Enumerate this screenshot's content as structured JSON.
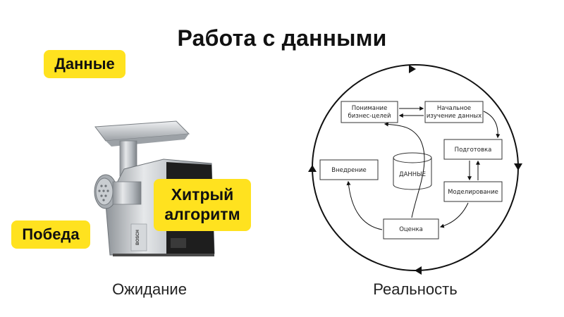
{
  "title": "Работа с данными",
  "labels": {
    "data": "Данные",
    "algorithm_line1": "Хитрый",
    "algorithm_line2": "алгоритм",
    "victory": "Победа",
    "expectation": "Ожидание",
    "reality": "Реальность"
  },
  "grinder": {
    "brand": "BOSCH"
  },
  "diagram": {
    "business_line1": "Понимание",
    "business_line2": "бизнес-целей",
    "study_line1": "Начальное",
    "study_line2": "изучение данных",
    "prep": "Подготовка",
    "model": "Моделирование",
    "eval": "Оценка",
    "deploy": "Внедрение",
    "data": "ДАННЫЕ"
  },
  "colors": {
    "highlight": "#ffe21f",
    "grinder_metal": "#b9bec3",
    "grinder_body": "#1e1e1e"
  }
}
